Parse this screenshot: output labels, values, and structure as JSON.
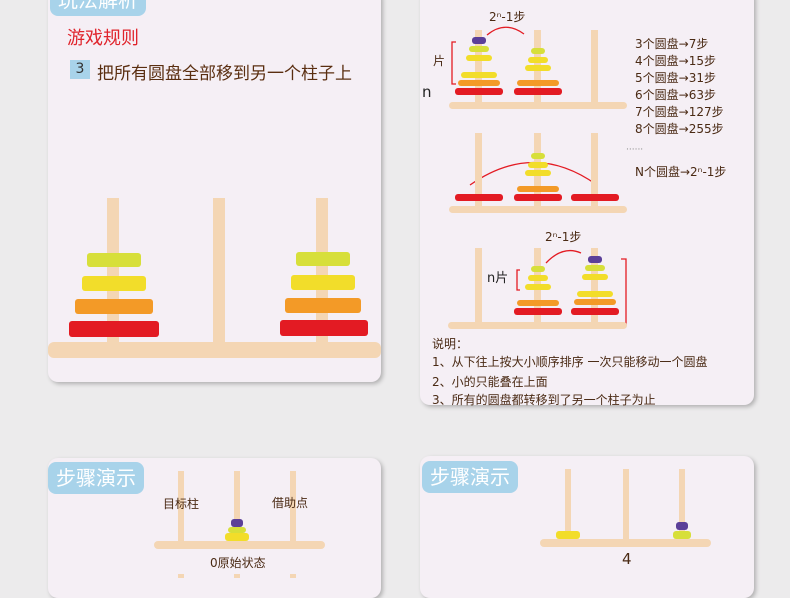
{
  "rules_card": {
    "section_tag": "玩法解析",
    "heading": "游戏规则",
    "rule_number": "3",
    "rule_text": "把所有圆盘全部移到另一个柱子上"
  },
  "explain_card": {
    "formula_label_top": "2ⁿ-1步",
    "bracket_label_top": "片",
    "n_label": "n",
    "steps": [
      "3个圆盘→7步",
      "4个圆盘→15步",
      "5个圆盘→31步",
      "6个圆盘→63步",
      "7个圆盘→127步",
      "8个圆盘→255步"
    ],
    "ellipsis": "······",
    "general": "N个圆盘→2ⁿ-1步",
    "formula_label_bottom": "2ⁿ-1步",
    "bracket_label_bottom": "n片",
    "notes_title": "说明：",
    "notes": [
      "1、从下往上按大小顺序排序 一次只能移动一个圆盘",
      "2、小的只能叠在上面",
      "3、所有的圆盘都转移到了另一个柱子为止"
    ]
  },
  "demo_left": {
    "section_tag": "步骤演示",
    "target_label": "目标柱",
    "helper_label": "借助点",
    "caption": "0原始状态"
  },
  "demo_right": {
    "section_tag": "步骤演示",
    "caption": "4"
  },
  "colors": {
    "red": "#e31b23",
    "orange": "#f39a27",
    "yellow": "#f2dd2a",
    "yellow_green": "#d7df3a",
    "purple": "#5b3f98",
    "tag": "#a8d3ea",
    "wood": "#f4d6b4"
  }
}
